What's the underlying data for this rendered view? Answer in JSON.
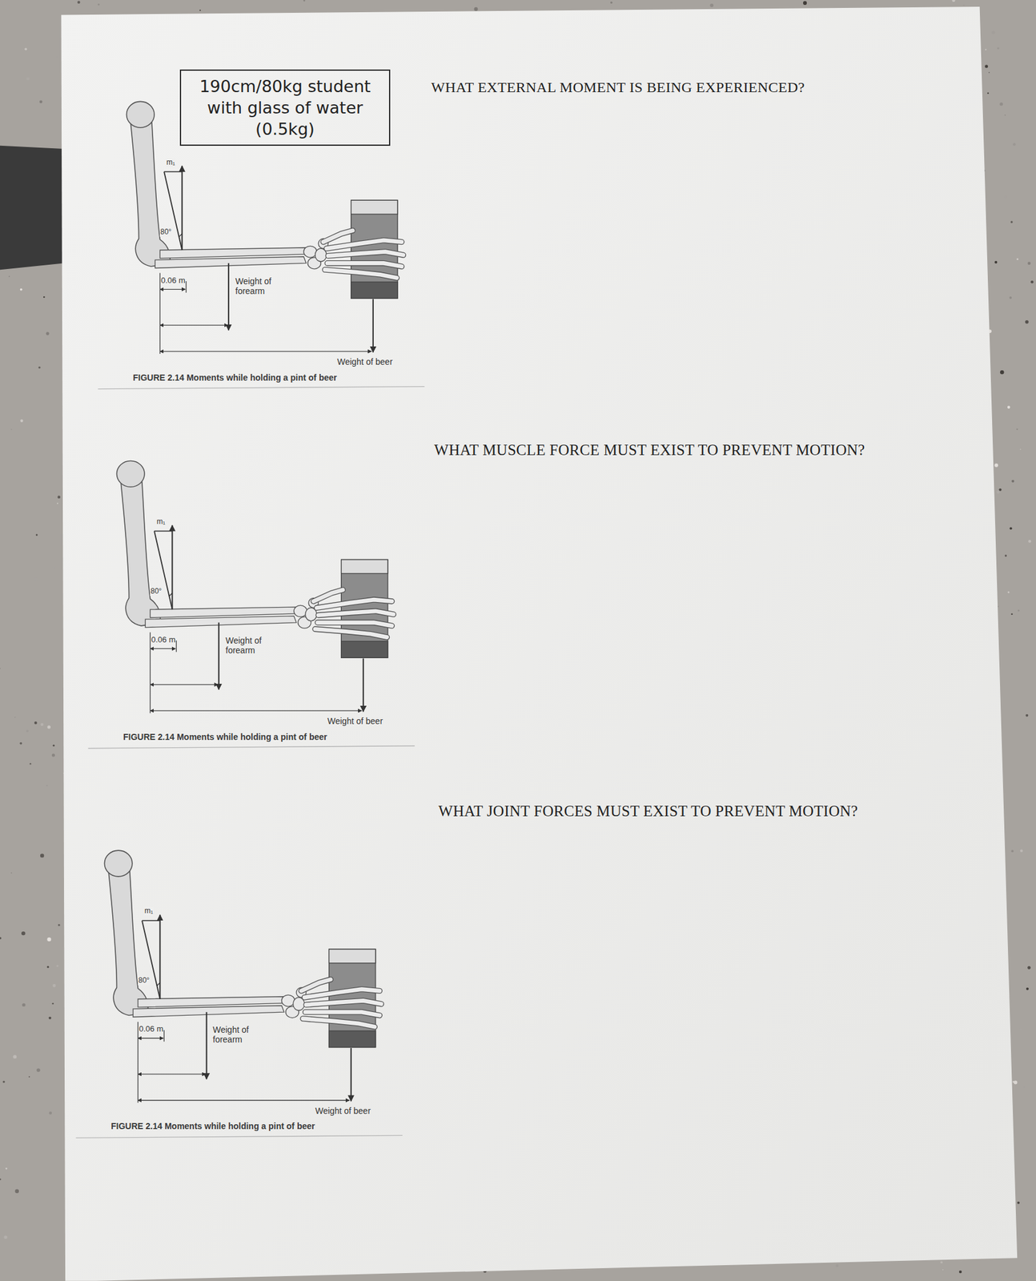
{
  "diagram": {
    "nodes": [
      {
        "text": [
          "190cm/80kg student with glass of water (0.5kg)"
        ]
      }
    ],
    "labels": [
      "m₁",
      "80°",
      "0.06 m",
      "Weight of forearm",
      "Weight of beer",
      "FIGURE 2.14 Moments while holding a pint of beer",
      "WHAT EXTERNAL MOMENT IS BEING EXPERIENCED?",
      "m₁",
      "80°",
      "0.06 m",
      "Weight of forearm",
      "Weight of beer",
      "FIGURE 2.14 Moments while holding a pint of beer",
      "WHAT MUSCLE FORCE MUST EXIST TO PREVENT MOTION?",
      "m₁",
      "80°",
      "0.06 m",
      "Weight of forearm",
      "Weight of beer",
      "FIGURE 2.14 Moments while holding a pint of beer",
      "WHAT JOINT FORCES MUST EXIST TO PREVENT MOTION?"
    ]
  }
}
